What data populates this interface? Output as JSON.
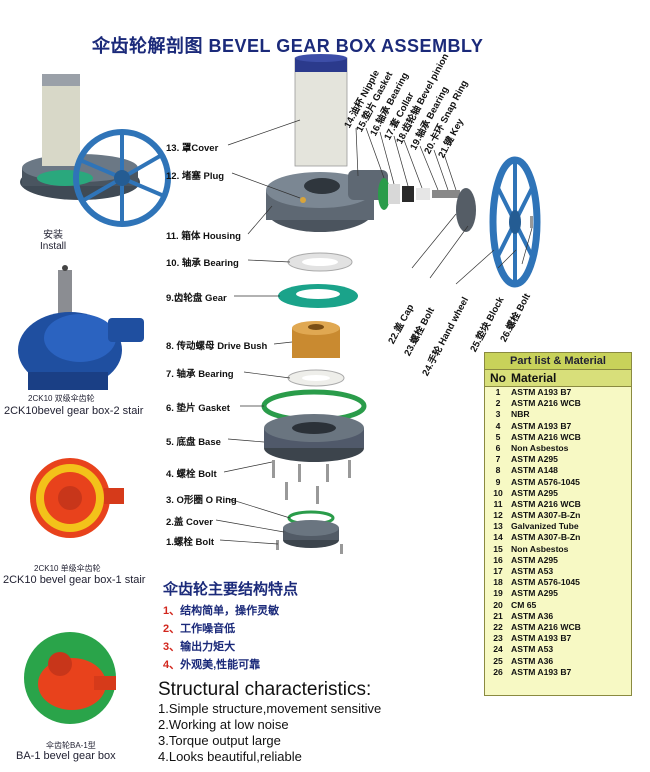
{
  "title": {
    "cn": "伞齿轮解剖图",
    "en": "BEVEL GEAR BOX  ASSEMBLY"
  },
  "side": [
    {
      "cn": "安装",
      "en": "Install"
    },
    {
      "cn": "2CK10 双级伞齿轮",
      "en": "2CK10bevel gear box-2 stair"
    },
    {
      "cn": "2CK10 单级伞齿轮",
      "en": "2CK10 bevel gear box-1 stair"
    },
    {
      "cn": "伞齿轮BA-1型",
      "en": "BA-1 bevel gear box"
    }
  ],
  "parts_left": [
    "13. 罩Cover",
    "12. 堵塞 Plug",
    "11. 箱体 Housing",
    "10. 轴承 Bearing",
    "9.齿轮盘  Gear",
    "8. 传动螺母 Drive Bush",
    "7. 轴承 Bearing",
    "6. 垫片 Gasket",
    "5. 底盘 Base",
    "4. 螺栓 Bolt",
    "3. O形圈 O Ring",
    "2.盖 Cover",
    "1.螺栓 Bolt"
  ],
  "parts_top": [
    "14.油杯 Nipple",
    "15.垫片 Gasket",
    "16.轴承 Bearing",
    "17.套 Collar",
    "18.齿轮轴 Bevel pinion",
    "19.轴承 Bearing",
    "20.卡环 Snap Ring",
    "21.键 Key"
  ],
  "parts_bottom": [
    "22.盖 Cap",
    "23.螺栓 Bolt",
    "24.手轮 Hand wheel",
    "25.垫块 Block",
    "26.螺栓 Bolt"
  ],
  "table": {
    "header": "Part   list &  Material",
    "col_no": "No",
    "col_mat": "Material",
    "rows": [
      {
        "no": "1",
        "mat": "ASTM  A193 B7"
      },
      {
        "no": "2",
        "mat": "ASTM  A216 WCB"
      },
      {
        "no": "3",
        "mat": "NBR"
      },
      {
        "no": "4",
        "mat": "ASTM  A193 B7"
      },
      {
        "no": "5",
        "mat": "ASTM  A216 WCB"
      },
      {
        "no": "6",
        "mat": "Non Asbestos"
      },
      {
        "no": "7",
        "mat": "ASTM  A295"
      },
      {
        "no": "8",
        "mat": " ASTM  A148"
      },
      {
        "no": "9",
        "mat": "ASTM  A576-1045"
      },
      {
        "no": "10",
        "mat": "ASTM  A295"
      },
      {
        "no": "11",
        "mat": "ASTM  A216 WCB"
      },
      {
        "no": "12",
        "mat": "ASTM  A307-B-Zn"
      },
      {
        "no": "13",
        "mat": "Galvanized Tube"
      },
      {
        "no": "14",
        "mat": "ASTM  A307-B-Zn"
      },
      {
        "no": "15",
        "mat": "Non Asbestos"
      },
      {
        "no": "16",
        "mat": "ASTM A295"
      },
      {
        "no": "17",
        "mat": "ASTM  A53"
      },
      {
        "no": "18",
        "mat": "ASTM  A576-1045"
      },
      {
        "no": "19",
        "mat": "ASTM  A295"
      },
      {
        "no": "20",
        "mat": "CM 65"
      },
      {
        "no": "21",
        "mat": "ASTM  A36"
      },
      {
        "no": "22",
        "mat": "ASTM  A216 WCB"
      },
      {
        "no": "23",
        "mat": "ASTM  A193 B7"
      },
      {
        "no": "24",
        "mat": "ASTM  A53"
      },
      {
        "no": "25",
        "mat": "ASTM  A36"
      },
      {
        "no": "26",
        "mat": "ASTM    A193 B7"
      }
    ]
  },
  "features_cn": {
    "title": "伞齿轮主要结构特点",
    "items": [
      {
        "n": "1、",
        "t": "结构简单，操作灵敏"
      },
      {
        "n": "2、",
        "t": "工作噪音低"
      },
      {
        "n": "3、",
        "t": "输出力矩大"
      },
      {
        "n": "4、",
        "t": "外观美,性能可靠"
      }
    ]
  },
  "features_en": {
    "title": "Structural characteristics:",
    "items": [
      "1.Simple structure,movement sensitive",
      "2.Working at low noise",
      "3.Torque output large",
      "4.Looks beautiful,reliable"
    ]
  },
  "colors": {
    "title": "#1b2a7a",
    "table_bg": "#f7f9c4",
    "table_header": "#c8d25a",
    "accent_red": "#d2261d",
    "gear_green": "#1aa38a",
    "wheel_blue": "#2f74b8"
  }
}
